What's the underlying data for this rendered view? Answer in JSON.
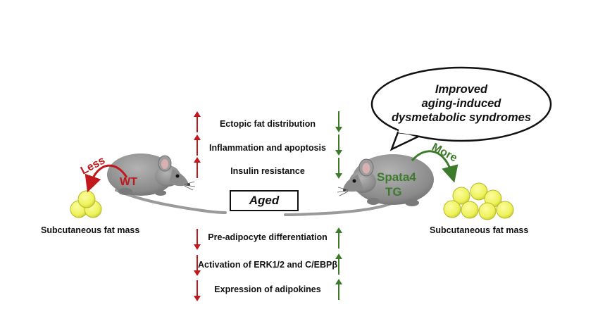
{
  "upregulated_in_wt_aged": [
    "Ectopic fat distribution",
    "Inflammation and apoptosis",
    "Insulin resistance"
  ],
  "downregulated_in_wt_aged": [
    "Pre-adipocyte differentiation",
    "Activation of ERK1/2 and C/EBPβ",
    "Expression of adipokines"
  ],
  "center_label": "Aged",
  "left": {
    "mouse_label": "WT",
    "arrow_label": "Less",
    "fat_label": "Subcutaneous fat mass"
  },
  "right": {
    "mouse_label_line1": "Spata4",
    "mouse_label_line2": "TG",
    "arrow_label": "More",
    "fat_label": "Subcutaneous fat mass"
  },
  "bubble": {
    "line1": "Improved",
    "line2": "aging-induced",
    "line3": "dysmetabolic syndromes"
  },
  "colors": {
    "up_red": "#c0181c",
    "down_green": "#3d7a2c",
    "fat_yellow": "#eef25a",
    "mouse_grey": "#8b8b8b"
  }
}
